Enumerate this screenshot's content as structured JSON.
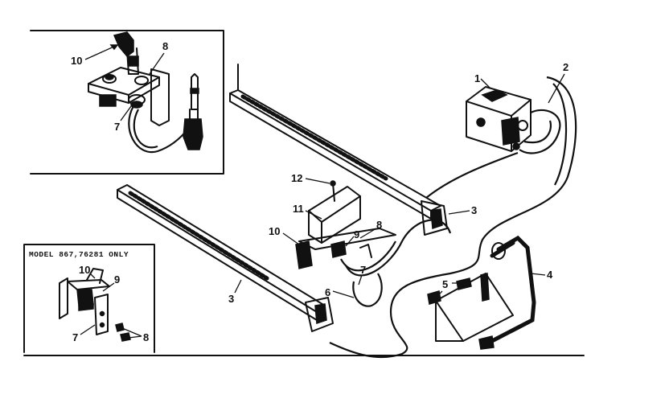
{
  "callouts": {
    "c1": "1",
    "c2": "2",
    "c3_right": "3",
    "c3_left": "3",
    "c4": "4",
    "c5": "5",
    "c6": "6",
    "c7_main": "7",
    "c8_main": "8",
    "c9_main": "9",
    "c10_main": "10",
    "c11": "11",
    "c12": "12",
    "inset_top": {
      "c10": "10",
      "c8": "8",
      "c7": "7"
    },
    "inset_bottom": {
      "c10": "10",
      "c9": "9",
      "c7": "7",
      "c8": "8"
    }
  },
  "inset_bottom_title": "MODEL 867,76281 ONLY"
}
